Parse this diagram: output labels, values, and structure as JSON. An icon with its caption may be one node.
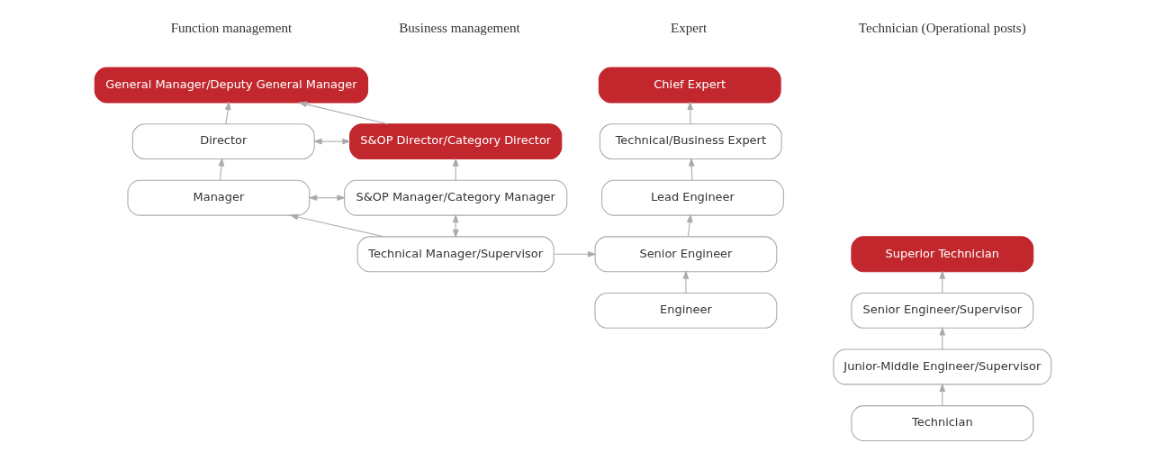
{
  "diagram": {
    "nodes": [
      {
        "text": [
          "General Manager/Deputy General Manager"
        ]
      },
      {
        "text": [
          "Director"
        ]
      },
      {
        "text": [
          "Manager"
        ]
      },
      {
        "text": [
          "Technical Manager/Supervisor"
        ]
      },
      {
        "text": [
          "S&OP Director/Category Director"
        ]
      },
      {
        "text": [
          "S&OP Manager/Category Manager"
        ]
      },
      {
        "text": [
          "Chief Expert"
        ]
      },
      {
        "text": [
          "Technical/Business Expert"
        ]
      },
      {
        "text": [
          "Lead Engineer"
        ]
      },
      {
        "text": [
          "Senior Engineer"
        ]
      },
      {
        "text": [
          "Engineer"
        ]
      },
      {
        "text": [
          "Superior Technician"
        ]
      },
      {
        "text": [
          "Senior Engineer/Supervisor"
        ]
      },
      {
        "text": [
          "Junior-Middle Engineer/Supervisor"
        ]
      },
      {
        "text": [
          "Technician"
        ]
      }
    ],
    "edges": [
      {
        "from": 1,
        "to": 0,
        "arrow": "to"
      },
      {
        "from": 2,
        "to": 1,
        "arrow": "to"
      },
      {
        "from": 3,
        "to": 2,
        "arrow": "to"
      },
      {
        "from": 1,
        "to": 4,
        "arrow": "both"
      },
      {
        "from": 2,
        "to": 5,
        "arrow": "both"
      },
      {
        "from": 5,
        "to": 4,
        "arrow": "to"
      },
      {
        "from": 4,
        "to": 0,
        "arrow": "to"
      },
      {
        "from": 3,
        "to": 5,
        "arrow": "both"
      },
      {
        "from": 3,
        "to": 9,
        "arrow": "to"
      },
      {
        "from": 10,
        "to": 9,
        "arrow": "to"
      },
      {
        "from": 9,
        "to": 8,
        "arrow": "to"
      },
      {
        "from": 8,
        "to": 7,
        "arrow": "to"
      },
      {
        "from": 7,
        "to": 6,
        "arrow": "to"
      },
      {
        "from": 14,
        "to": 13,
        "arrow": "to"
      },
      {
        "from": 13,
        "to": 12,
        "arrow": "to"
      },
      {
        "from": 12,
        "to": 11,
        "arrow": "to"
      }
    ],
    "labels": [
      "Function management",
      "Business management",
      "Expert",
      "Technician (Operational posts)"
    ]
  }
}
